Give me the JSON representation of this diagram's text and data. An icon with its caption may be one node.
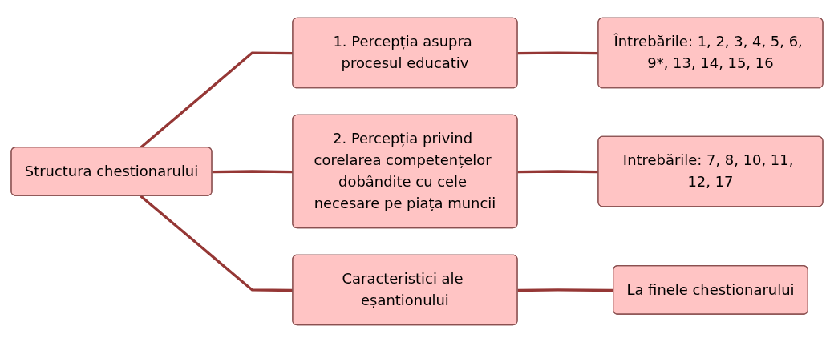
{
  "diagram": {
    "nodes": [
      {
        "text": [
          "Structura chestionarului"
        ]
      },
      {
        "text": [
          "1. Percepția asupra procesul educativ"
        ]
      },
      {
        "text": [
          "2. Percepția privind corelarea competențelor dobândite cu cele necesare pe piața muncii"
        ]
      },
      {
        "text": [
          "Caracteristici ale eșantionului"
        ]
      },
      {
        "text": [
          "Întrebările: 1, 2, 3, 4, 5, 6, 9*, 13, 14, 15, 16"
        ]
      },
      {
        "text": [
          "Intrebările: 7, 8, 10, 11, 12, 17"
        ]
      },
      {
        "text": [
          "La finele chestionarului"
        ]
      }
    ],
    "edges": [
      {
        "from": 0,
        "to": 1,
        "arrow": "none"
      },
      {
        "from": 0,
        "to": 2,
        "arrow": "none"
      },
      {
        "from": 0,
        "to": 3,
        "arrow": "none"
      },
      {
        "from": 1,
        "to": 4,
        "arrow": "none"
      },
      {
        "from": 2,
        "to": 5,
        "arrow": "none"
      },
      {
        "from": 3,
        "to": 6,
        "arrow": "none"
      }
    ]
  }
}
